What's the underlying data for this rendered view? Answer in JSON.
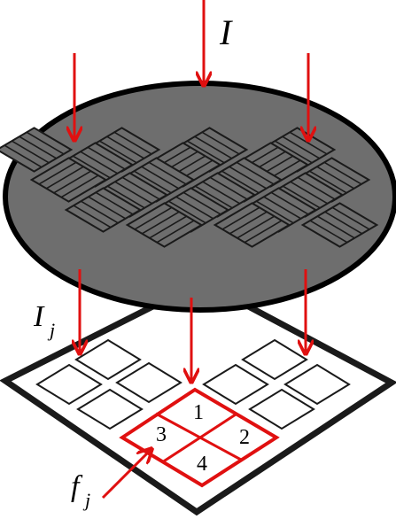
{
  "labels": {
    "incident": "I",
    "local": "I",
    "local_sub": "j",
    "filter": "f",
    "filter_sub": "j"
  },
  "cells": [
    "1",
    "2",
    "3",
    "4"
  ],
  "colors": {
    "arrow": "#e01010",
    "highlight": "#e01010",
    "disk_fill": "#6e6e6e",
    "disk_stroke": "#000000",
    "plate_fill": "#ffffff",
    "line": "#1a1a1a"
  },
  "pattern": {
    "rows": 6,
    "cols": 6,
    "orientation_grid": [
      [
        "none",
        "none",
        "none",
        "h",
        "none",
        "none"
      ],
      [
        "none",
        "none",
        "d",
        "v",
        "h",
        "none"
      ],
      [
        "none",
        "h",
        "v",
        "d",
        "h",
        "none"
      ],
      [
        "d",
        "h",
        "d",
        "h",
        "d",
        "h"
      ],
      [
        "none",
        "v",
        "d",
        "h",
        "v",
        "none"
      ],
      [
        "none",
        "none",
        "h",
        "v",
        "none",
        "none"
      ]
    ]
  }
}
